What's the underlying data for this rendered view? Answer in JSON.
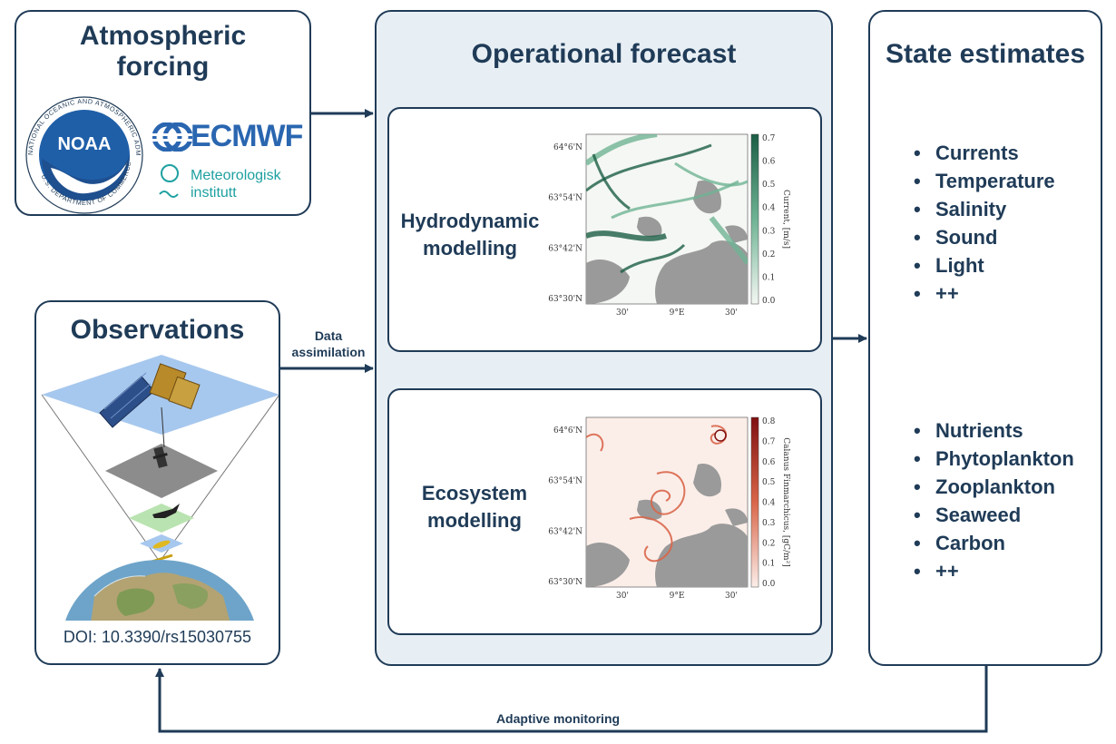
{
  "atmospheric": {
    "title_line1": "Atmospheric",
    "title_line2": "forcing",
    "logos": {
      "noaa_text": "NOAA",
      "noaa_ring_text": "NATIONAL OCEANIC AND ATMOSPHERIC ADMINISTRATION",
      "noaa_ring_bottom": "U.S. DEPARTMENT OF COMMERCE",
      "ecmwf_text": "ECMWF",
      "met_line1": "Meteorologisk",
      "met_line2": "institutt"
    }
  },
  "observations": {
    "title": "Observations",
    "doi": "DOI: 10.3390/rs15030755"
  },
  "data_assimilation": {
    "line1": "Data",
    "line2": "assimilation"
  },
  "forecast": {
    "title": "Operational forecast",
    "hydro": {
      "label_line1": "Hydrodynamic",
      "label_line2": "modelling",
      "y_ticks": [
        "64°6'N",
        "63°54'N",
        "63°42'N",
        "63°30'N"
      ],
      "x_ticks": [
        "30'",
        "9°E",
        "30'"
      ],
      "colorbar_ticks": [
        "0.7",
        "0.6",
        "0.5",
        "0.4",
        "0.3",
        "0.2",
        "0.1",
        "0.0"
      ],
      "colorbar_label": "Current, [m/s]",
      "colors": {
        "high": "#1b5e45",
        "mid": "#6fb394",
        "low": "#f4f7f3"
      }
    },
    "eco": {
      "label_line1": "Ecosystem",
      "label_line2": "modelling",
      "y_ticks": [
        "64°6'N",
        "63°54'N",
        "63°42'N",
        "63°30'N"
      ],
      "x_ticks": [
        "30'",
        "9°E",
        "30'"
      ],
      "colorbar_ticks": [
        "0.8",
        "0.7",
        "0.6",
        "0.5",
        "0.4",
        "0.3",
        "0.2",
        "0.1",
        "0.0"
      ],
      "colorbar_label": "Calanus Finmarchicus, [gC/m²]",
      "colors": {
        "high": "#7f1010",
        "mid": "#d9664a",
        "low": "#fbeee9"
      }
    }
  },
  "state": {
    "title": "State estimates",
    "group1": [
      "Currents",
      "Temperature",
      "Salinity",
      "Sound",
      "Light",
      "++"
    ],
    "group2": [
      "Nutrients",
      "Phytoplankton",
      "Zooplankton",
      "Seaweed",
      "Carbon",
      "++"
    ]
  },
  "feedback": {
    "label": "Adaptive monitoring"
  },
  "colors": {
    "navy": "#1f3b57",
    "panel_bg": "#e8eff4",
    "noaa_blue": "#1f5fa8",
    "ecmwf_blue": "#2a66b0",
    "met_teal": "#1ea0a0",
    "land_gray": "#9a9a9a"
  }
}
